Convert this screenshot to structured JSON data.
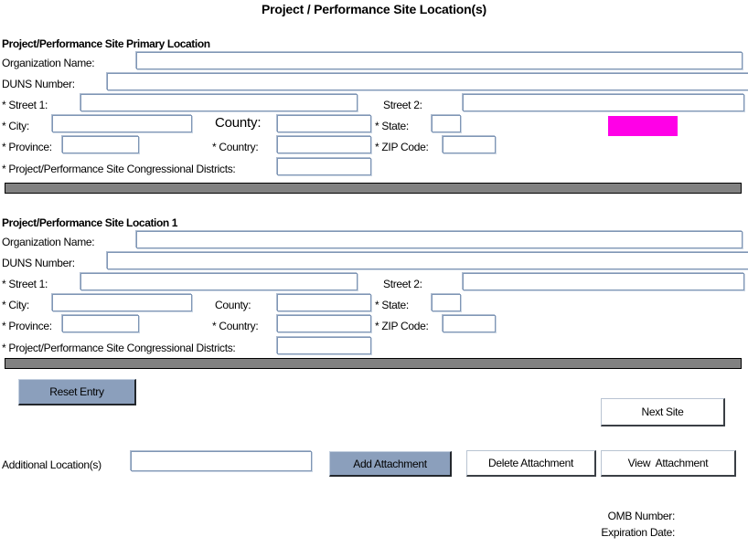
{
  "page": {
    "title": "Project / Performance Site Location(s)",
    "accent_magenta": "#ff00e7",
    "divider_color": "#818181",
    "button_blue": "#8b9fbc"
  },
  "sections": [
    {
      "heading": "Project/Performance Site Primary Location",
      "fields": {
        "organization_name_label": "Organization Name:",
        "organization_name_value": "",
        "duns_label": "DUNS Number:",
        "duns_value": "",
        "street1_label": "* Street 1:",
        "street1_value": "",
        "street2_label": "Street 2:",
        "street2_value": "",
        "city_label": "* City:",
        "city_value": "",
        "county_label": "County:",
        "county_value": "",
        "state_label": "* State:",
        "state_value": "",
        "province_label": "* Province:",
        "province_value": "",
        "country_label": "* Country:",
        "country_value": "",
        "zip_label": "* ZIP Code:",
        "zip_value": "",
        "districts_label": "* Project/Performance Site Congressional Districts:",
        "districts_value": ""
      }
    },
    {
      "heading": "Project/Performance Site Location 1",
      "fields": {
        "organization_name_label": "Organization Name:",
        "organization_name_value": "",
        "duns_label": "DUNS Number:",
        "duns_value": "",
        "street1_label": "* Street 1:",
        "street1_value": "",
        "street2_label": "Street 2:",
        "street2_value": "",
        "city_label": "* City:",
        "city_value": "",
        "county_label": "County:",
        "county_value": "",
        "state_label": "* State:",
        "state_value": "",
        "province_label": "* Province:",
        "province_value": "",
        "country_label": "* Country:",
        "country_value": "",
        "zip_label": "* ZIP Code:",
        "zip_value": "",
        "districts_label": "* Project/Performance Site Congressional Districts:",
        "districts_value": ""
      }
    }
  ],
  "actions": {
    "reset_entry": "Reset Entry",
    "next_site": "Next Site",
    "add_attachment": "Add Attachment",
    "delete_attachment": "Delete Attachment",
    "view_attachment": "View  Attachment"
  },
  "additional": {
    "label": "Additional Location(s)",
    "value": ""
  },
  "footer": {
    "omb_number_label": "OMB Number:",
    "omb_number_value": "",
    "expiration_date_label": "Expiration Date:",
    "expiration_date_value": ""
  }
}
